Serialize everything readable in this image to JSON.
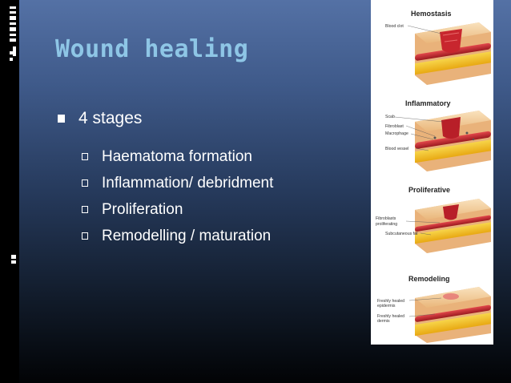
{
  "slide": {
    "title": "Wound healing",
    "bullets": [
      {
        "text": "4 stages",
        "sub": [
          "Haematoma formation",
          "Inflammation/ debridment",
          "Proliferation",
          "Remodelling / maturation"
        ]
      }
    ]
  },
  "figure": {
    "stages": [
      {
        "title": "Hemostasis",
        "labels": [
          "Blood clot"
        ]
      },
      {
        "title": "Inflammatory",
        "labels": [
          "Scab",
          "Fibroblast",
          "Macrophage",
          "Blood vessel"
        ]
      },
      {
        "title": "Proliferative",
        "labels": [
          "Fibroblasts",
          "proliferating",
          "Subcutaneous fat"
        ]
      },
      {
        "title": "Remodeling",
        "labels": [
          "Freshly healed",
          "epidermis",
          "Freshly healed",
          "dermis"
        ]
      }
    ]
  },
  "colors": {
    "title": "#8ec6e6",
    "bullet_text": "#ffffff",
    "accent_blue": "#4f6ea3",
    "skin": "#f5d4a2",
    "blood": "#c8262e",
    "fat": "#f3c21a"
  }
}
